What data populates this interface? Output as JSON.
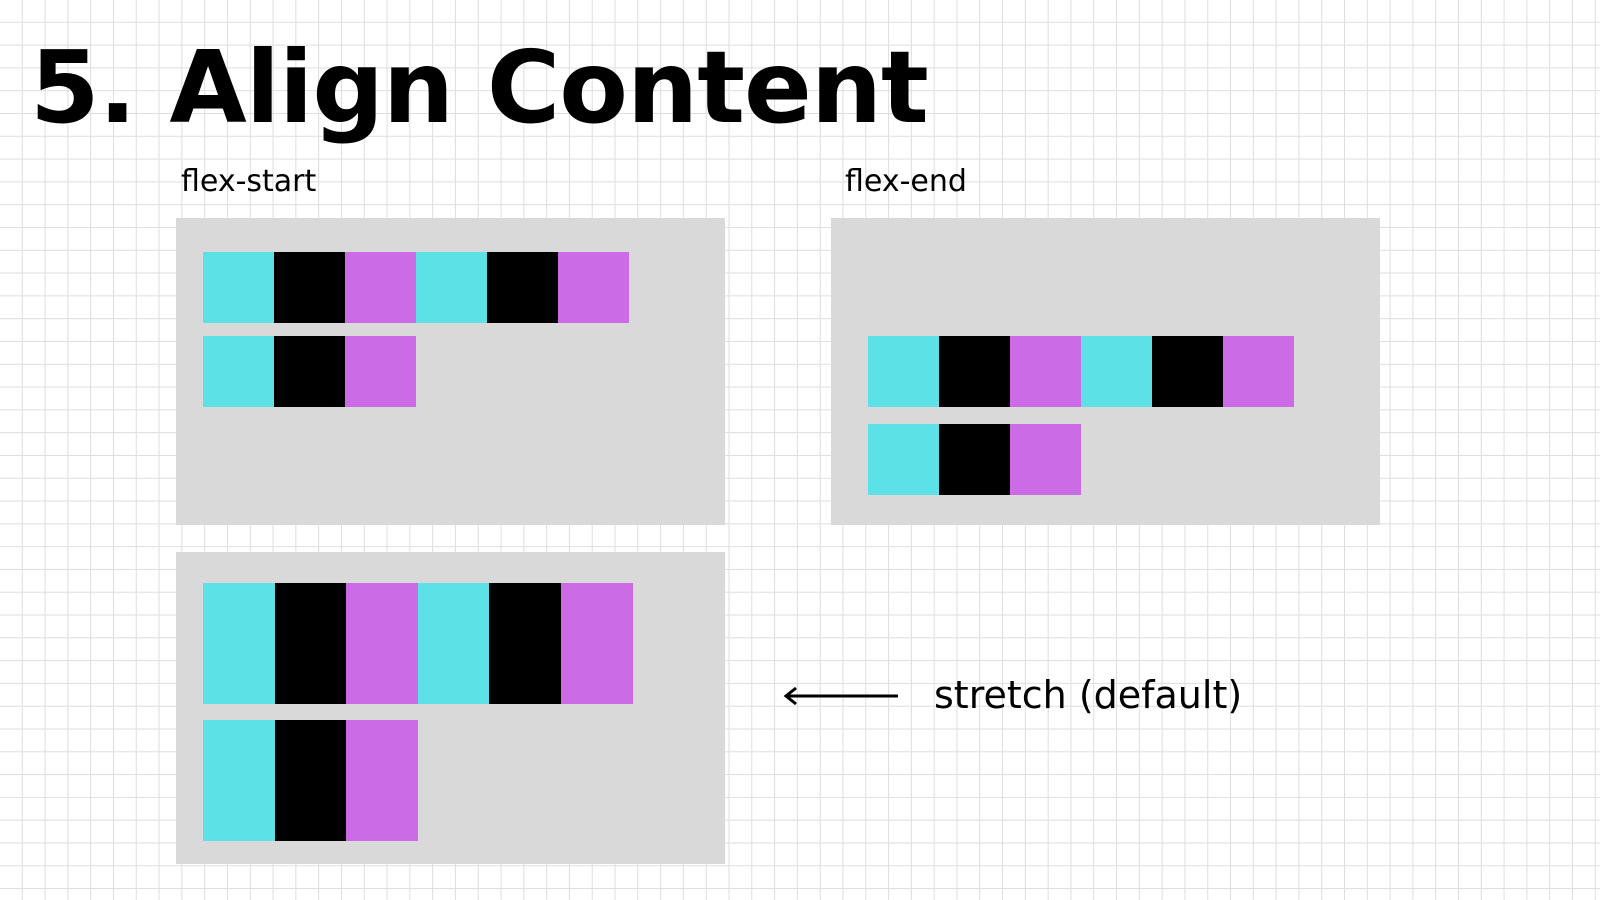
{
  "title": "5. Align Content",
  "colors": {
    "cyan": "#5ce1e6",
    "black": "#000000",
    "purple": "#cb6ce6",
    "panel": "#d9d9d9",
    "grid": "#dedede"
  },
  "examples": [
    {
      "id": "flex-start",
      "label": "flex-start",
      "rows": [
        [
          "cyan",
          "black",
          "purple",
          "cyan",
          "black",
          "purple"
        ],
        [
          "cyan",
          "black",
          "purple"
        ]
      ]
    },
    {
      "id": "flex-end",
      "label": "flex-end",
      "rows": [
        [
          "cyan",
          "black",
          "purple",
          "cyan",
          "black",
          "purple"
        ],
        [
          "cyan",
          "black",
          "purple"
        ]
      ]
    },
    {
      "id": "stretch",
      "label": "stretch (default)",
      "rows": [
        [
          "cyan",
          "black",
          "purple",
          "cyan",
          "black",
          "purple"
        ],
        [
          "cyan",
          "black",
          "purple"
        ]
      ]
    }
  ],
  "arrow_icon": "left-arrow-icon"
}
